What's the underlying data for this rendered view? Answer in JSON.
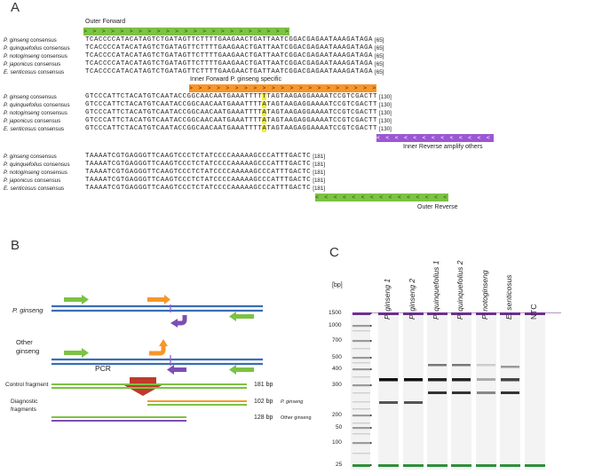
{
  "panels": {
    "a": "A",
    "b": "B",
    "c": "C"
  },
  "panel_a": {
    "outer_forward_label": "Outer Forward",
    "inner_forward_label": "Inner Forward P. ginseng specific",
    "inner_reverse_label": "Inner Reverse amplify others",
    "outer_reverse_label": "Outer Reverse",
    "blocks": [
      {
        "rows": [
          {
            "name": "P. ginseng",
            "suffix": " consensus",
            "seq": "TCACCCCATACATAGTCTGATAGTTCTTTTGAAGAACTGATTAATCGGACGAGAATAAAGATAGA",
            "num": "[65]"
          },
          {
            "name": "P. quinquefolius",
            "suffix": " consensus",
            "seq": "TCACCCCATACATAGTCTGATAGTTCTTTTGAAGAACTGATTAATCGGACGAGAATAAAGATAGA",
            "num": "[65]"
          },
          {
            "name": "P. notoginseng",
            "suffix": " consensus",
            "seq": "TCACCCCATACATAGTCTGATAGTTCTTTTGAAGAACTGATTAATCGGACGAGAATAAAGATAGA",
            "num": "[65]"
          },
          {
            "name": "P. japonicus",
            "suffix": " consensus",
            "seq": "TCACCCCATACATAGTCTGATAGTTCTTTTGAAGAACTGATTAATCGGACGAGAATAAAGATAGA",
            "num": "[65]"
          },
          {
            "name": "E. senticosus",
            "suffix": " consensus",
            "seq": "TCACCCCATACATAGTCTGATAGTTCTTTTGAAGAACTGATTAATCGGACGAGAATAAAGATAGA",
            "num": "[65]"
          }
        ]
      },
      {
        "rows": [
          {
            "name": "P. ginseng",
            "suffix": " consensus",
            "seq_a": "GTCCCATTCTACATGTCAATACCGGCAACAATGAAATTTT",
            "snp": "T",
            "seq_b": "TAGTAAGAGGAAAATCCGTCGACTT",
            "num": "[130]"
          },
          {
            "name": "P. quinquefolius",
            "suffix": " consensus",
            "seq_a": "GTCCCATTCTACATGTCAATACCGGCAACAATGAAATTTT",
            "snp": "A",
            "seq_b": "TAGTAAGAGGAAAATCCGTCGACTT",
            "num": "[130]"
          },
          {
            "name": "P. notoginseng",
            "suffix": " consensus",
            "seq_a": "GTCCCATTCTACATGTCAATACCGGCAACAATGAAATTTT",
            "snp": "A",
            "seq_b": "TAGTAAGAGGAAAATCCGTCGACTT",
            "num": "[130]"
          },
          {
            "name": "P. japonicus",
            "suffix": " consensus",
            "seq_a": "GTCCCATTCTACATGTCAATACCGGCAACAATGAAATTTT",
            "snp": "A",
            "seq_b": "TAGTAAGAGGAAAATCCGTCGACTT",
            "num": "[130]"
          },
          {
            "name": "E. senticosus",
            "suffix": " consensus",
            "seq_a": "GTCCCATTCTACATGTCAATACCGGCAACAATGAAATTTT",
            "snp": "A",
            "seq_b": "TAGTAAGAGGAAAATCCGTCGACTT",
            "num": "[130]"
          }
        ]
      },
      {
        "rows": [
          {
            "name": "P. ginseng",
            "suffix": " consensus",
            "seq": "TAAAATCGTGAGGGTTCAAGTCCCTCTATCCCCAAAAAGCCCATTTGACTC",
            "num": "[181]"
          },
          {
            "name": "P. quinquefolius",
            "suffix": " consensus",
            "seq": "TAAAATCGTGAGGGTTCAAGTCCCTCTATCCCCAAAAAGCCCATTTGACTC",
            "num": "[181]"
          },
          {
            "name": "P. notoginseng",
            "suffix": " consensus",
            "seq": "TAAAATCGTGAGGGTTCAAGTCCCTCTATCCCCAAAAAGCCCATTTGACTC",
            "num": "[181]"
          },
          {
            "name": "P. japonicus",
            "suffix": " consensus",
            "seq": "TAAAATCGTGAGGGTTCAAGTCCCTCTATCCCCAAAAAGCCCATTTGACTC",
            "num": "[181]"
          },
          {
            "name": "E. senticosus",
            "suffix": " consensus",
            "seq": "TAAAATCGTGAGGGTTCAAGTCCCTCTATCCCCAAAAAGCCCATTTGACTC",
            "num": "[181]"
          }
        ]
      }
    ],
    "forward_arrow_glyphs": "> > > > > > > > > > > > > > > > > > > > > > > > > > > > > > > >",
    "reverse_arrow_glyphs": "< < < < < < < < < < < < < < < < < < < <"
  },
  "panel_b": {
    "label_p_ginseng": "P. ginseng",
    "label_other": "Other",
    "label_other2": "ginseng",
    "pcr_label": "PCR",
    "control_fragment_label": "Control fragment",
    "diagnostic_label_1": "Diagnostic",
    "diagnostic_label_2": "fragments",
    "size_181": "181 bp",
    "size_102": "102 bp",
    "size_102_species": "P. ginseng",
    "size_128": "128 bp",
    "size_128_species": "Other ginseng"
  },
  "panel_c": {
    "bp_label": "[bp]",
    "ladder": [
      1500,
      1000,
      700,
      500,
      400,
      300,
      200,
      100,
      50,
      25
    ],
    "lanes": [
      "P. ginseng 1",
      "P. ginseng 2",
      "P. quinquefolius 1",
      "P. quinquefolius 2",
      "P. notoginseng",
      "E. senticosus",
      "NTC"
    ]
  },
  "colors": {
    "green": "#7cc243",
    "orange": "#f7962b",
    "purple": "#9b57d4",
    "blue": "#3b6db5",
    "yellow": "#f5ef3a",
    "red": "#c0392b"
  }
}
